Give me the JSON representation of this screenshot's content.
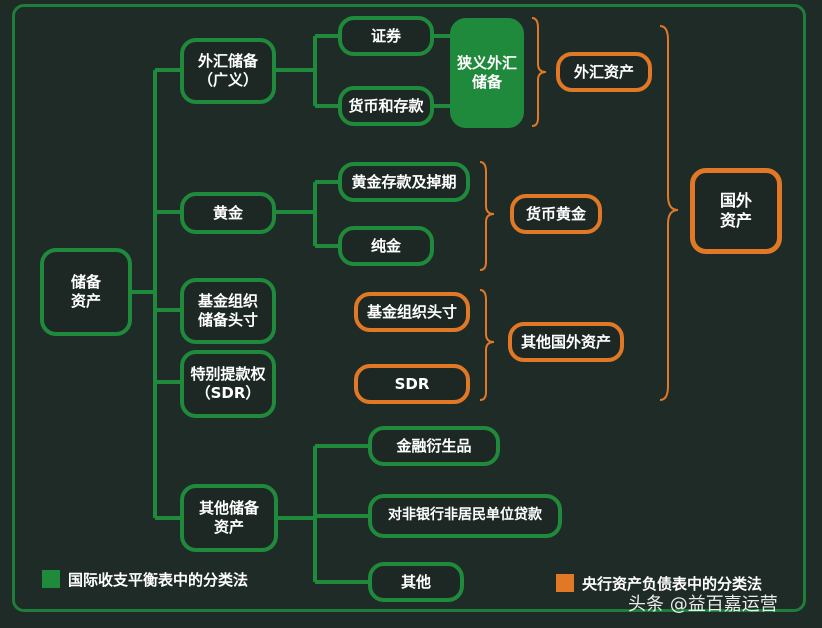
{
  "nodes": {
    "reserve_assets": "储备\n资产",
    "fx_reserve_broad": "外汇储备\n（广义）",
    "gold": "黄金",
    "imf_position": "基金组织\n储备头寸",
    "sdr_left": "特别提款权\n（SDR）",
    "other_reserve": "其他储备\n资产",
    "securities": "证券",
    "currency_deposits": "货币和存款",
    "fx_reserve_narrow": "狭义外汇\n储备",
    "gold_deposits_swaps": "黄金存款及掉期",
    "pure_gold": "纯金",
    "imf_position_orange": "基金组织头寸",
    "sdr_orange": "SDR",
    "financial_derivatives": "金融衍生品",
    "loans_non_bank": "对非银行非居民单位贷款",
    "other": "其他",
    "fx_assets": "外汇资产",
    "monetary_gold": "货币黄金",
    "other_foreign_assets": "其他国外资产",
    "foreign_assets": "国外\n资产"
  },
  "legend": {
    "green_label": "国际收支平衡表中的分类法",
    "orange_label": "央行资产负债表中的分类法",
    "green_color": "#1f8a3b",
    "orange_color": "#e07826"
  },
  "watermark": "头条 @益百嘉运营"
}
